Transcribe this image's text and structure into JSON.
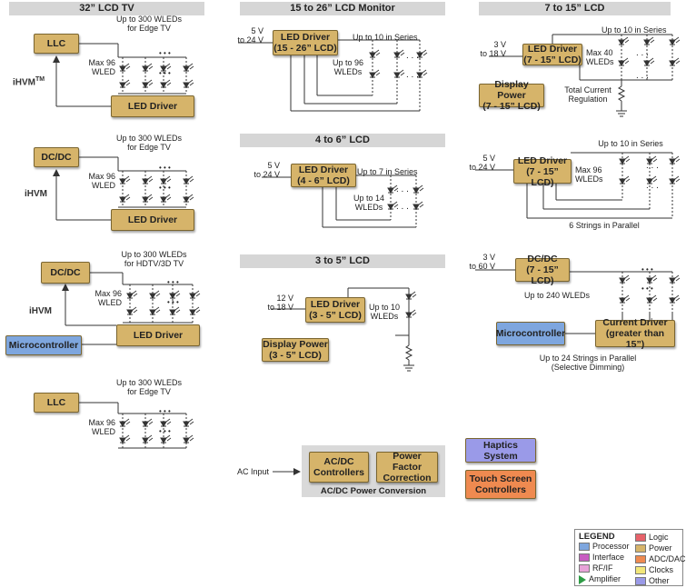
{
  "colors": {
    "driver": "#d6b46a",
    "processor": "#7ea6de",
    "interface": "#c85cc1",
    "rfif": "#e7a3d8",
    "logic": "#e7626a",
    "power": "#d6b46a",
    "adcdac": "#ef8a50",
    "clocks": "#f2e77a",
    "other": "#9a9ae8",
    "amplifier": "#2e9b45"
  },
  "headers": {
    "col1": "32” LCD TV",
    "col2": "15 to 26” LCD Monitor",
    "col3": "7 to 15” LCD",
    "mid2": "4 to 6” LCD",
    "low2": "3 to 5” LCD"
  },
  "tv1": {
    "llc": "LLC",
    "top_note": [
      "Up to 300 WLEDs",
      "for Edge TV"
    ],
    "max_note": [
      "Max 96",
      "WLED"
    ],
    "hvm": "iHVM",
    "hvm_sup": "TM",
    "driver": "LED Driver",
    "dots": "• • •"
  },
  "tv2": {
    "dcdc": "DC/DC",
    "top_note": [
      "Up to 300 WLEDs",
      "for Edge TV"
    ],
    "max_note": [
      "Max 96",
      "WLED"
    ],
    "hvm": "iHVM",
    "driver": "LED Driver",
    "dots": "• • •"
  },
  "tv3": {
    "dcdc": "DC/DC",
    "top_note": [
      "Up to 300 WLEDs",
      "for HDTV/3D TV"
    ],
    "max_note": [
      "Max 96",
      "WLED"
    ],
    "hvm": "iHVM",
    "micro": "Microcontroller",
    "driver": "LED Driver",
    "dots": "• • •"
  },
  "tv4": {
    "llc": "LLC",
    "top_note": [
      "Up to 300 WLEDs",
      "for Edge TV"
    ],
    "max_note": [
      "Max 96",
      "WLED"
    ],
    "dots": "• • •"
  },
  "monitor": {
    "input": [
      "5 V",
      "to 24 V"
    ],
    "driver": [
      "LED Driver",
      "(15 - 26” LCD)"
    ],
    "series": "Up to 10 in Series",
    "wleds": [
      "Up to 96",
      "WLEDs"
    ],
    "dots": ". . ."
  },
  "lcd4to6": {
    "input": [
      "5 V",
      "to 24 V"
    ],
    "driver": [
      "LED Driver",
      "(4 - 6” LCD)"
    ],
    "series": "Up to 7 in Series",
    "wleds": [
      "Up to 14",
      "WLEDs"
    ],
    "dots": ". . ."
  },
  "lcd3to5": {
    "input": [
      "12 V",
      "to 18 V"
    ],
    "driver": [
      "LED Driver",
      "(3 - 5” LCD)"
    ],
    "wleds": [
      "Up to 10",
      "WLEDs"
    ],
    "display_power": [
      "Display Power",
      "(3 - 5” LCD)"
    ]
  },
  "lcd7to15a": {
    "input": [
      "3 V",
      "to 18 V"
    ],
    "driver": [
      "LED Driver",
      "(7 - 15” LCD)"
    ],
    "series": "Up to 10 in Series",
    "max": [
      "Max 40",
      "WLEDs"
    ],
    "regulation": [
      "Total Current",
      "Regulation"
    ],
    "display_power": [
      "Display Power",
      "(7 - 15” LCD)"
    ],
    "dots": ". . ."
  },
  "lcd7to15b": {
    "input": [
      "5 V",
      "to 24 V"
    ],
    "driver": [
      "LED Driver",
      "(7 - 15” LCD)"
    ],
    "series": "Up to 10 in Series",
    "max": [
      "Max 96",
      "WLEDs"
    ],
    "parallel": "6 Strings in Parallel",
    "dots": ". . ."
  },
  "lcd7to15c": {
    "input": [
      "3 V",
      "to 60 V"
    ],
    "dcdc": [
      "DC/DC",
      "(7 - 15” LCD)"
    ],
    "wleds": "Up to 240 WLEDs",
    "micro": "Microcontroller",
    "current_driver": [
      "Current Driver",
      "(greater than 15”)"
    ],
    "parallel": [
      "Up to 24 Strings in Parallel",
      "(Selective Dimming)"
    ],
    "dots": "• • •"
  },
  "acdc": {
    "input": "AC Input",
    "controllers": [
      "AC/DC",
      "Controllers"
    ],
    "pfc": [
      "Power Factor",
      "Correction"
    ],
    "caption": "AC/DC Power Conversion"
  },
  "haptics": "Haptics System",
  "touch": [
    "Touch Screen",
    "Controllers"
  ],
  "legend": {
    "title": "LEGEND",
    "items": [
      {
        "label": "Processor",
        "color": "#7ea6de"
      },
      {
        "label": "Interface",
        "color": "#c85cc1"
      },
      {
        "label": "RF/IF",
        "color": "#e7a3d8"
      },
      {
        "label": "Amplifier",
        "color": "#2e9b45",
        "shape": "triangle"
      },
      {
        "label": "Logic",
        "color": "#e7626a"
      },
      {
        "label": "Power",
        "color": "#d6b46a"
      },
      {
        "label": "ADC/DAC",
        "color": "#ef8a50"
      },
      {
        "label": "Clocks",
        "color": "#f2e77a"
      },
      {
        "label": "Other",
        "color": "#9a9ae8"
      }
    ]
  }
}
